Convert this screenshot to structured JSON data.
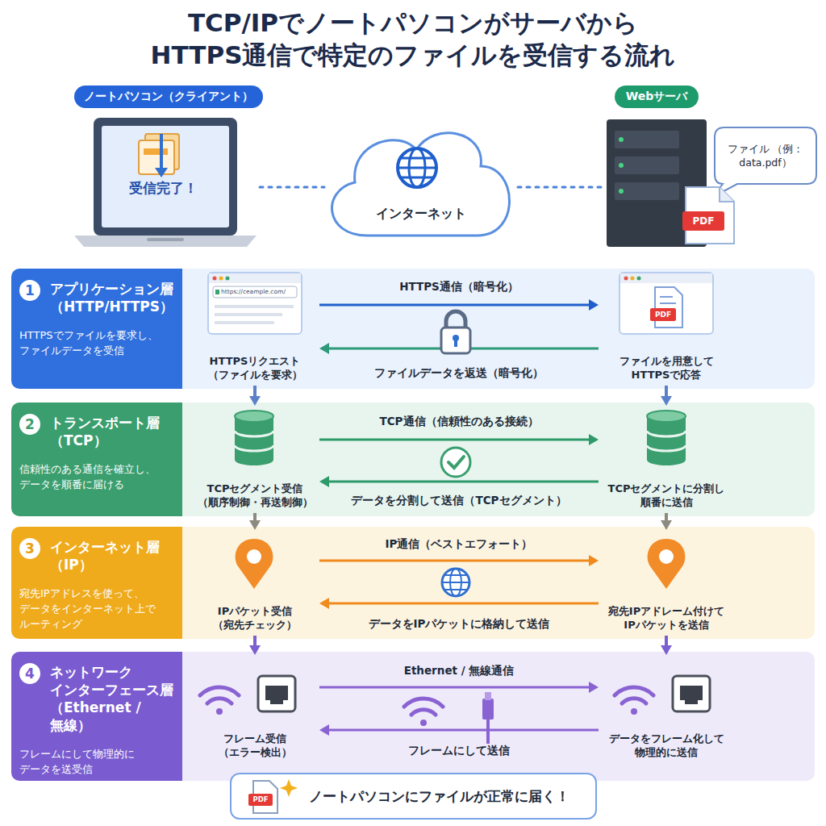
{
  "diagram": {
    "title": "TCP/IPでノートパソコンがサーバから HTTPS通信で特定のファイルを受信する流れ",
    "nodes": [
      {
        "text": [
          "ノートパソコン（クライアント）",
          "受信完了！"
        ]
      },
      {
        "text": [
          "インターネット"
        ]
      },
      {
        "text": [
          "Webサーバ"
        ]
      },
      {
        "text": [
          "ファイル （例：data.pdf）"
        ]
      },
      {
        "text": [
          "1",
          "アプリケーション層 （HTTP/HTTPS）",
          "HTTPSでファイルを要求し、 ファイルデータを受信"
        ]
      },
      {
        "text": [
          "HTTPSリクエスト （ファイルを要求）"
        ],
        "in": 4
      },
      {
        "text": [
          "ファイルを用意して HTTPSで応答"
        ],
        "in": 4
      },
      {
        "text": [
          "2",
          "トランスポート層 （TCP）",
          "信頼性のある通信を確立し、 データを順番に届ける"
        ]
      },
      {
        "text": [
          "TCPセグメント受信 （順序制御・再送制御）"
        ],
        "in": 7
      },
      {
        "text": [
          "TCPセグメントに分割し 順番に送信"
        ],
        "in": 7
      },
      {
        "text": [
          "3",
          "インターネット層 （IP）",
          "宛先IPアドレスを使って、 データをインターネット上で ルーティング"
        ]
      },
      {
        "text": [
          "IPパケット受信 （宛先チェック）"
        ],
        "in": 10
      },
      {
        "text": [
          "宛先IPアドレーム付けて IPパケットを送信"
        ],
        "in": 10
      },
      {
        "text": [
          "4",
          "ネットワーク インターフェース層 （Ethernet / 無線）",
          "フレームにして物理的に データを送受信"
        ]
      },
      {
        "text": [
          "フレーム受信 （エラー検出）"
        ],
        "in": 13
      },
      {
        "text": [
          "データをフレーム化して 物理的に送信"
        ],
        "in": 13
      },
      {
        "text": [
          "ノートパソコンにファイルが正常に届く！"
        ]
      }
    ],
    "edges": [
      {
        "from": 0,
        "to": 1,
        "arrow": "none"
      },
      {
        "from": 1,
        "to": 2,
        "arrow": "none"
      },
      {
        "from": 5,
        "to": 6,
        "label": "HTTPS通信（暗号化）",
        "arrow": "to"
      },
      {
        "from": 6,
        "to": 5,
        "label": "ファイルデータを返送（暗号化）",
        "arrow": "to"
      },
      {
        "from": 8,
        "to": 9,
        "label": "TCP通信（信頼性のある接続）",
        "arrow": "to"
      },
      {
        "from": 9,
        "to": 8,
        "label": "データを分割して送信（TCPセグメント）",
        "arrow": "to"
      },
      {
        "from": 11,
        "to": 12,
        "label": "IP通信（ベストエフォート）",
        "arrow": "to"
      },
      {
        "from": 12,
        "to": 11,
        "label": "データをIPパケットに格納して送信",
        "arrow": "to"
      },
      {
        "from": 14,
        "to": 15,
        "label": "Ethernet / 無線通信",
        "arrow": "to"
      },
      {
        "from": 15,
        "to": 14,
        "label": "フレームにして送信",
        "arrow": "to"
      },
      {
        "from": 5,
        "to": 8,
        "arrow": "to"
      },
      {
        "from": 8,
        "to": 11,
        "arrow": "to"
      },
      {
        "from": 11,
        "to": 14,
        "arrow": "to"
      },
      {
        "from": 6,
        "to": 9,
        "arrow": "to"
      },
      {
        "from": 9,
        "to": 12,
        "arrow": "to"
      },
      {
        "from": 12,
        "to": 15,
        "arrow": "to"
      }
    ],
    "labels": [
      "https://ceample.com/",
      "PDF",
      "PDF",
      "PDF"
    ]
  }
}
